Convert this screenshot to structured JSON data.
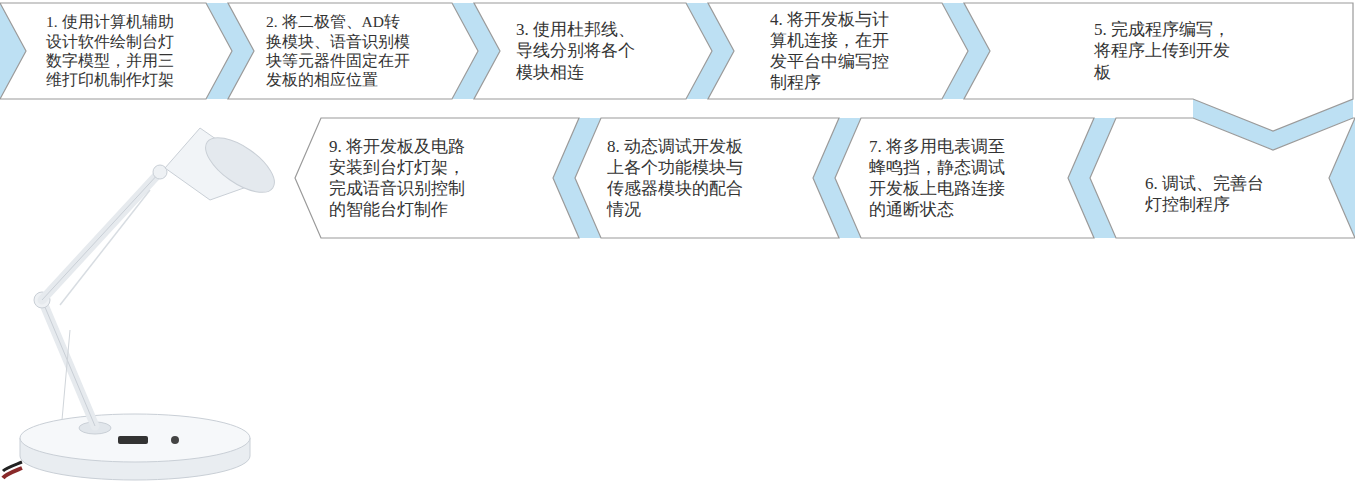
{
  "diagram": {
    "nodes": [
      {
        "text": [
          "1. 使用计算机辅助设计软件绘制台灯数字模型，并用三维打印机制作灯架"
        ]
      },
      {
        "text": [
          "2. 将二极管、AD转换模块、语音识别模块等元器件固定在开发板的相应位置"
        ]
      },
      {
        "text": [
          "3. 使用杜邦线、导线分别将各个模块相连"
        ]
      },
      {
        "text": [
          "4. 将开发板与计算机连接，在开发平台中编写控制程序"
        ]
      },
      {
        "text": [
          "5. 完成程序编写，将程序上传到开发板"
        ]
      },
      {
        "text": [
          "6. 调试、完善台灯控制程序"
        ]
      },
      {
        "text": [
          "7. 将多用电表调至蜂鸣挡，静态调试开发板上电路连接的通断状态"
        ]
      },
      {
        "text": [
          "8. 动态调试开发板上各个功能模块与传感器模块的配合情况"
        ]
      },
      {
        "text": [
          "9. 将开发板及电路安装到台灯灯架，完成语音识别控制的智能台灯制作"
        ]
      }
    ],
    "edges": [
      {
        "from": 0,
        "to": 1,
        "arrow": "to"
      },
      {
        "from": 1,
        "to": 2,
        "arrow": "to"
      },
      {
        "from": 2,
        "to": 3,
        "arrow": "to"
      },
      {
        "from": 3,
        "to": 4,
        "arrow": "to"
      },
      {
        "from": 4,
        "to": 5,
        "arrow": "to"
      },
      {
        "from": 5,
        "to": 6,
        "arrow": "to"
      },
      {
        "from": 6,
        "to": 7,
        "arrow": "to"
      },
      {
        "from": 7,
        "to": 8,
        "arrow": "to"
      }
    ]
  }
}
